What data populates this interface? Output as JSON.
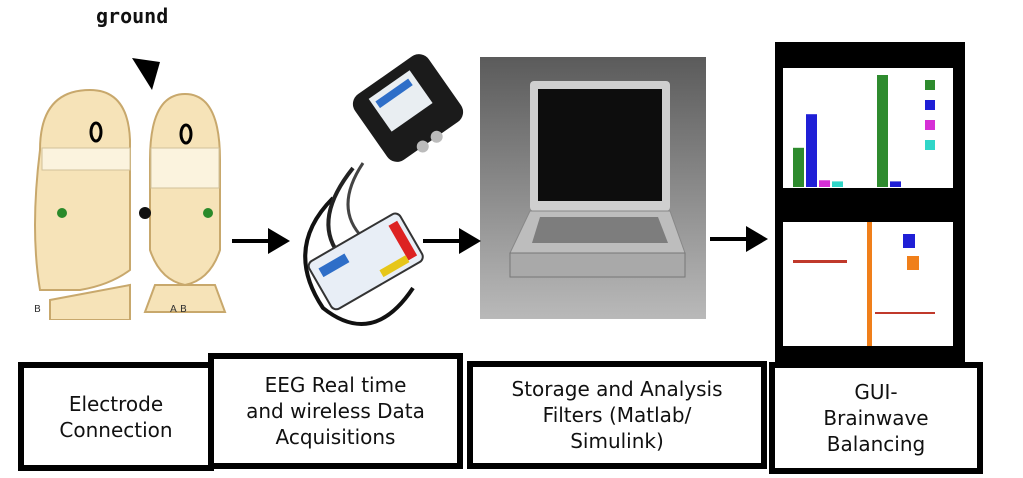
{
  "ground_label": "ground",
  "head_labels": {
    "side_view": "B",
    "back_view": "A B"
  },
  "steps": [
    {
      "label": "Electrode\nConnection"
    },
    {
      "label": "EEG Real time\nand wireless Data\nAcquisitions"
    },
    {
      "label": "Storage and Analysis\nFilters (Matlab/\nSimulink)"
    },
    {
      "label": "GUI-\nBrainwave\nBalancing"
    }
  ],
  "gui_panel": {
    "chart_data": {
      "type": "bar",
      "series": [
        {
          "color": "#2e8b2e",
          "values": [
            0.35,
            1.0
          ]
        },
        {
          "color": "#1f1fd6",
          "values": [
            0.65,
            0.05
          ]
        },
        {
          "color": "#d62fd6",
          "values": [
            0.06,
            0.0
          ]
        },
        {
          "color": "#30d6c8",
          "values": [
            0.05,
            0.0
          ]
        }
      ],
      "legend_colors": [
        "#2e8b2e",
        "#1f1fd6",
        "#d62fd6",
        "#30d6c8"
      ]
    },
    "marker_colors": [
      "#1f1fd6",
      "#f07f1a"
    ],
    "accent_bar_color": "#f07f1a",
    "text_color": "#c0392b"
  },
  "colors": {
    "skin": "#f6e3b8",
    "frame": "#000000",
    "laptop_bg": "#8a8a8a"
  }
}
